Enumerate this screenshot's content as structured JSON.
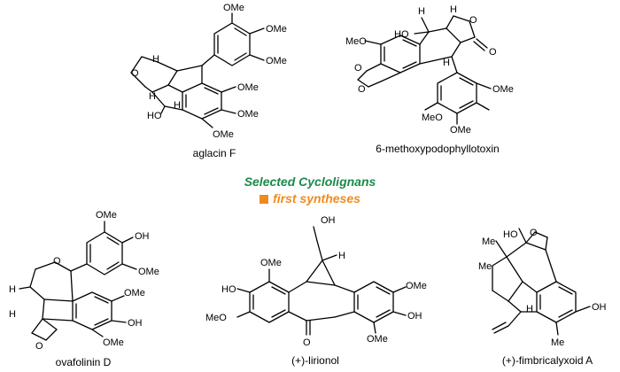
{
  "heading": {
    "title": "Selected Cyclolignans",
    "subtitle": "first syntheses",
    "title_color": "#1a8a4a",
    "subtitle_color": "#f08a1c",
    "legend_marker": "square"
  },
  "compounds": [
    {
      "id": "aglacin-f",
      "name": "aglacin F"
    },
    {
      "id": "methoxypodophyllotoxin",
      "name": "6-methoxypodophyllotoxin"
    },
    {
      "id": "ovafolinin-d",
      "name": "ovafolinin D"
    },
    {
      "id": "lirionol",
      "name": "(+)-lirionol"
    },
    {
      "id": "fimbricalyxoid-a",
      "name": "(+)-fimbricalyxoid A"
    }
  ],
  "atoms": {
    "ome": "OMe",
    "meo": "MeO",
    "oh": "OH",
    "ho": "HO",
    "h": "H",
    "o": "O",
    "me": "Me"
  }
}
